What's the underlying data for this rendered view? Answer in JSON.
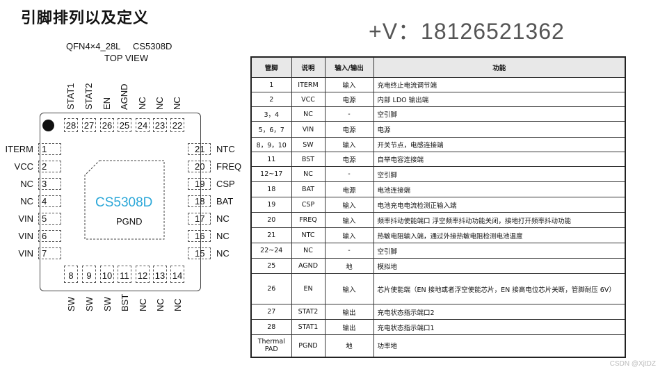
{
  "slide": {
    "title": "引脚排列以及定义",
    "phone": "+V：18126521362",
    "watermark": "CSDN @XjtDZ"
  },
  "package": {
    "line1": "QFN4×4_28L     CS5308D",
    "line2": "TOP VIEW",
    "chip_name": "CS5308D",
    "epad_label": "PGND",
    "left_pins": [
      {
        "num": "1",
        "name": "ITERM"
      },
      {
        "num": "2",
        "name": "VCC"
      },
      {
        "num": "3",
        "name": "NC"
      },
      {
        "num": "4",
        "name": "NC"
      },
      {
        "num": "5",
        "name": "VIN"
      },
      {
        "num": "6",
        "name": "VIN"
      },
      {
        "num": "7",
        "name": "VIN"
      }
    ],
    "right_pins": [
      {
        "num": "21",
        "name": "NTC"
      },
      {
        "num": "20",
        "name": "FREQ"
      },
      {
        "num": "19",
        "name": "CSP"
      },
      {
        "num": "18",
        "name": "BAT"
      },
      {
        "num": "17",
        "name": "NC"
      },
      {
        "num": "16",
        "name": "NC"
      },
      {
        "num": "15",
        "name": "NC"
      }
    ],
    "top_pins": [
      {
        "num": "28",
        "name": "STAT1"
      },
      {
        "num": "27",
        "name": "STAT2"
      },
      {
        "num": "26",
        "name": "EN"
      },
      {
        "num": "25",
        "name": "AGND"
      },
      {
        "num": "24",
        "name": "NC"
      },
      {
        "num": "23",
        "name": "NC"
      },
      {
        "num": "22",
        "name": "NC"
      }
    ],
    "bottom_pins": [
      {
        "num": "8",
        "name": "SW"
      },
      {
        "num": "9",
        "name": "SW"
      },
      {
        "num": "10",
        "name": "SW"
      },
      {
        "num": "11",
        "name": "BST"
      },
      {
        "num": "12",
        "name": "NC"
      },
      {
        "num": "13",
        "name": "NC"
      },
      {
        "num": "14",
        "name": "NC"
      }
    ]
  },
  "table": {
    "headers": [
      "管脚",
      "说明",
      "输入/输出",
      "功能"
    ],
    "rows": [
      [
        "1",
        "ITERM",
        "输入",
        "充电终止电流调节端"
      ],
      [
        "2",
        "VCC",
        "电源",
        "内部 LDO 输出端"
      ],
      [
        "3，4",
        "NC",
        "-",
        "空引脚"
      ],
      [
        "5，6，7",
        "VIN",
        "电源",
        "电源"
      ],
      [
        "8，9，10",
        "SW",
        "输入",
        "开关节点，电感连接端"
      ],
      [
        "11",
        "BST",
        "电源",
        "自举电容连接端"
      ],
      [
        "12~17",
        "NC",
        "-",
        "空引脚"
      ],
      [
        "18",
        "BAT",
        "电源",
        "电池连接端"
      ],
      [
        "19",
        "CSP",
        "输入",
        "电池充电电流检测正输入端"
      ],
      [
        "20",
        "FREQ",
        "输入",
        "频率抖动使能端口  浮空频率抖动功能关闭，接地打开频率抖动功能"
      ],
      [
        "21",
        "NTC",
        "输入",
        "热敏电阻输入端，通过外接热敏电阻检测电池温度"
      ],
      [
        "22~24",
        "NC",
        "-",
        "空引脚"
      ],
      [
        "25",
        "AGND",
        "地",
        "模拟地"
      ],
      [
        "26",
        "EN",
        "输入",
        "芯片使能端（EN 接地或者浮空使能芯片，EN 接高电位芯片关断，管脚耐压 6V）"
      ],
      [
        "27",
        "STAT2",
        "输出",
        "充电状态指示端口2"
      ],
      [
        "28",
        "STAT1",
        "输出",
        "充电状态指示端口1"
      ],
      [
        "Thermal PAD",
        "PGND",
        "地",
        "功率地"
      ]
    ]
  }
}
